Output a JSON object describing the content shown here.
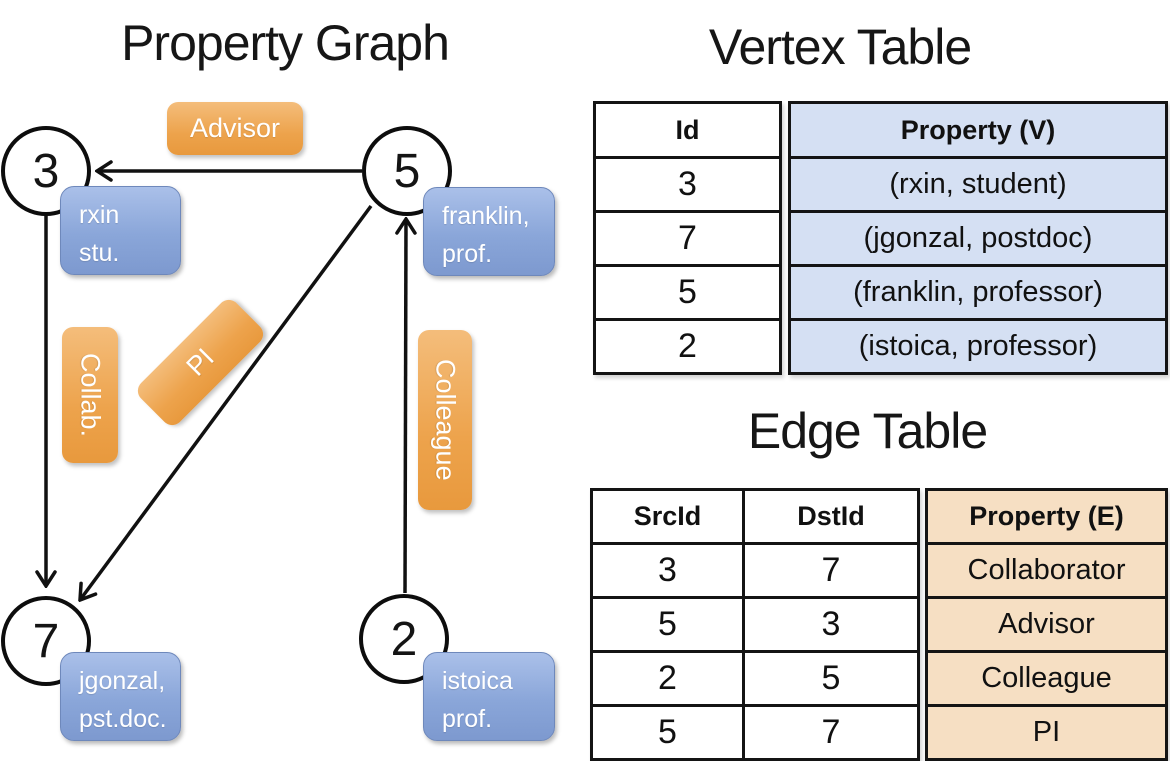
{
  "graph": {
    "title": "Property Graph",
    "nodes": [
      {
        "id": "3",
        "line1": "rxin",
        "line2": "stu."
      },
      {
        "id": "5",
        "line1": "franklin,",
        "line2": "prof."
      },
      {
        "id": "7",
        "line1": "jgonzal,",
        "line2": "pst.doc."
      },
      {
        "id": "2",
        "line1": "istoica",
        "line2": "prof."
      }
    ],
    "edge_labels": {
      "advisor": "Advisor",
      "collab": "Collab.",
      "pi": "PI",
      "colleague": "Colleague"
    }
  },
  "vertex_table": {
    "title": "Vertex Table",
    "headers": {
      "id": "Id",
      "property": "Property (V)"
    },
    "rows": [
      {
        "id": "3",
        "property": "(rxin, student)"
      },
      {
        "id": "7",
        "property": "(jgonzal, postdoc)"
      },
      {
        "id": "5",
        "property": "(franklin, professor)"
      },
      {
        "id": "2",
        "property": "(istoica, professor)"
      }
    ]
  },
  "edge_table": {
    "title": "Edge Table",
    "headers": {
      "src": "SrcId",
      "dst": "DstId",
      "property": "Property (E)"
    },
    "rows": [
      {
        "src": "3",
        "dst": "7",
        "property": "Collaborator"
      },
      {
        "src": "5",
        "dst": "3",
        "property": "Advisor"
      },
      {
        "src": "2",
        "dst": "5",
        "property": "Colleague"
      },
      {
        "src": "5",
        "dst": "7",
        "property": "PI"
      }
    ]
  },
  "colors": {
    "edge_badge_orange": "#ED9D4E",
    "vertex_badge_blue": "#87A3D6",
    "vertex_table_fill": "#D5E0F3",
    "edge_table_fill": "#F6DFC3",
    "line_black": "#111111"
  }
}
